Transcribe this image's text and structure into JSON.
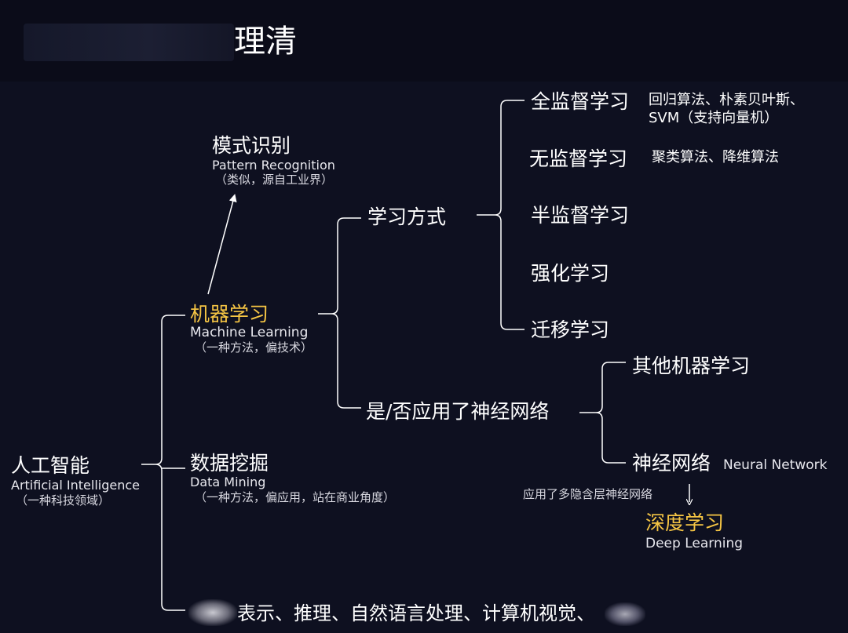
{
  "title": "理清",
  "root": {
    "label": "人工智能",
    "en": "Artificial Intelligence",
    "sub": "（一种科技领域）"
  },
  "pattern_recognition": {
    "label": "模式识别",
    "en": "Pattern Recognition",
    "sub": "（类似，源自工业界）"
  },
  "machine_learning": {
    "label": "机器学习",
    "en": "Machine Learning",
    "sub": "（一种方法，偏技术）",
    "label_color": "#f5c544"
  },
  "data_mining": {
    "label": "数据挖掘",
    "en": "Data Mining",
    "sub": "（一种方法，偏应用，站在商业角度）"
  },
  "bottom_text": "表示、推理、自然语言处理、计算机视觉、",
  "learning_mode": {
    "label": "学习方式",
    "items": [
      {
        "label": "全监督学习",
        "desc": "回归算法、朴素贝叶斯、\nSVM（支持向量机）"
      },
      {
        "label": "无监督学习",
        "desc": "聚类算法、降维算法"
      },
      {
        "label": "半监督学习",
        "desc": ""
      },
      {
        "label": "强化学习",
        "desc": ""
      },
      {
        "label": "迁移学习",
        "desc": ""
      }
    ]
  },
  "neural_question": {
    "label": "是/否应用了神经网络",
    "other": "其他机器学习",
    "nn_label": "神经网络",
    "nn_en": "Neural Network",
    "arrow_text": "应用了多隐含层神经网络"
  },
  "deep_learning": {
    "label": "深度学习",
    "en": "Deep Learning",
    "label_color": "#f5c544"
  }
}
